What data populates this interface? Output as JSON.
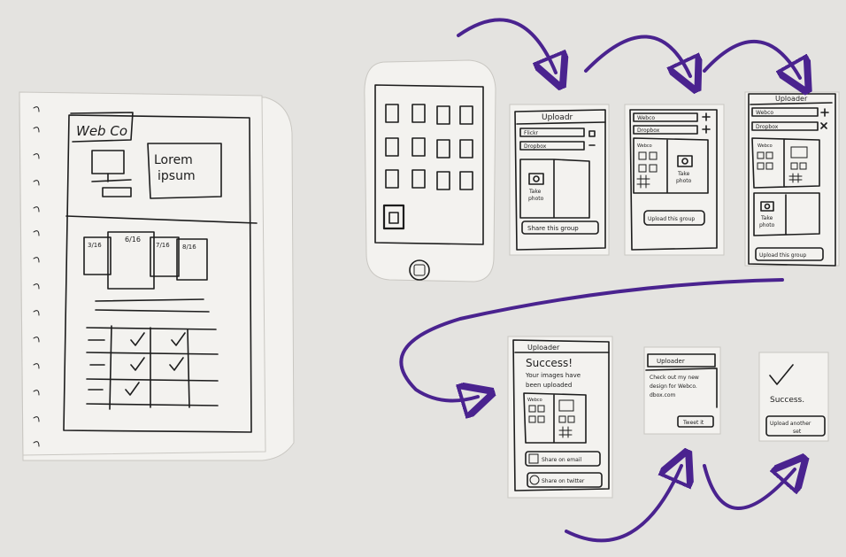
{
  "website_sketch": {
    "logo": "Web Co",
    "hero_text_1": "Lorem",
    "hero_text_2": "ipsum",
    "tabs": [
      "3/16",
      "6/16",
      "7/16",
      "8/16"
    ]
  },
  "phone_sketch": {},
  "screen1": {
    "title": "Uploadr",
    "field1": "Flickr",
    "field2": "Dropbox",
    "photo_label_1": "Take",
    "photo_label_2": "photo",
    "button": "Share this group"
  },
  "screen2": {
    "field1": "Webco",
    "field2": "Dropbox",
    "tile_label": "Webco",
    "photo_label_1": "Take",
    "photo_label_2": "photo",
    "button": "Upload this group"
  },
  "screen3": {
    "title": "Uploader",
    "field1": "Webco",
    "field2": "Dropbox",
    "tile_label": "Webco",
    "photo_label_1": "Take",
    "photo_label_2": "photo",
    "button": "Upload this group"
  },
  "screen4": {
    "title": "Uploader",
    "headline": "Success!",
    "message_1": "Your images have",
    "message_2": "been uploaded",
    "tile_label": "Webco",
    "button1": "Share on email",
    "button2": "Share on twitter"
  },
  "screen5": {
    "title": "Uploader",
    "message_1": "Check out my new",
    "message_2": "design for Webco.",
    "message_3": "dbox.com",
    "button": "Tweet it"
  },
  "screen6": {
    "headline": "Success.",
    "button_1": "Upload another",
    "button_2": "set"
  },
  "colors": {
    "wall": "#e4e3e0",
    "paper": "#f3f2ef",
    "ink": "#1d1d1d",
    "marker": "#4a238f"
  }
}
